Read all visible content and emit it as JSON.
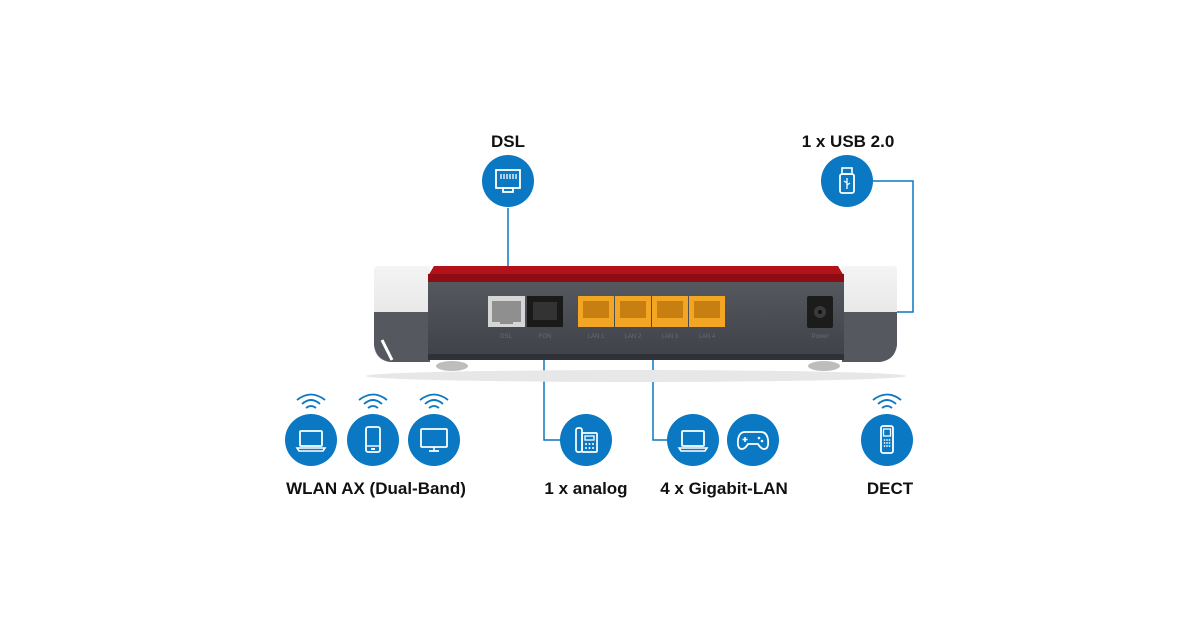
{
  "labels": {
    "dsl": "DSL",
    "usb": "1 x USB 2.0",
    "wlan": "WLAN AX (Dual-Band)",
    "analog": "1 x analog",
    "lan": "4 x Gigabit-LAN",
    "dect": "DECT"
  },
  "ports": {
    "dsl": "DSL",
    "fon": "FON",
    "lan1": "LAN 1",
    "lan2": "LAN 2",
    "lan3": "LAN 3",
    "lan4": "LAN 4",
    "power": "Power"
  },
  "colors": {
    "accent_blue": "#0a78c2",
    "router_red": "#b3121a",
    "lan_port_orange": "#f2a623",
    "router_body": "#4b4e55"
  },
  "icons": {
    "dsl": "ethernet-port-icon",
    "usb": "usb-stick-icon",
    "wlan": [
      "laptop-icon",
      "smartphone-icon",
      "monitor-icon"
    ],
    "analog": "desk-phone-icon",
    "lan": [
      "laptop-icon",
      "gamepad-icon"
    ],
    "dect": "cordless-phone-icon"
  }
}
